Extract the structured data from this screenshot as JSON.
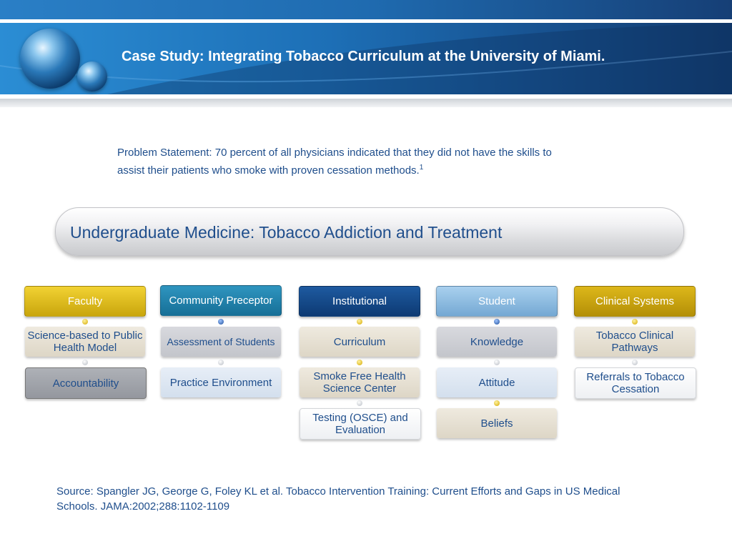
{
  "header": {
    "title": "Case Study: Integrating Tobacco Curriculum at the University of Miami."
  },
  "problem": {
    "text": "Problem Statement: 70 percent of all physicians indicated that they did not have the skills to assist their patients who smoke with proven cessation methods.",
    "footnote": "1"
  },
  "capsule": {
    "title": "Undergraduate Medicine: Tobacco Addiction and Treatment"
  },
  "columns": [
    {
      "header": "Faculty",
      "items": [
        "Science-based to Public Health Model",
        "Accountability"
      ]
    },
    {
      "header": "Community Preceptor",
      "items": [
        "Assessment of Students",
        "Practice Environment"
      ]
    },
    {
      "header": "Institutional",
      "items": [
        "Curriculum",
        "Smoke Free Health Science Center",
        "Testing  (OSCE) and Evaluation"
      ]
    },
    {
      "header": "Student",
      "items": [
        "Knowledge",
        "Attitude",
        "Beliefs"
      ]
    },
    {
      "header": "Clinical Systems",
      "items": [
        "Tobacco Clinical Pathways",
        "Referrals to Tobacco Cessation"
      ]
    }
  ],
  "colors": {
    "text_blue": "#1f4e8c",
    "faculty": "#e0be1c",
    "community_preceptor": "#1d7ea8",
    "institutional": "#124a8a",
    "student": "#8fbde3",
    "clinical_systems": "#c9a210"
  },
  "source": {
    "text": "Source:  Spangler JG, George G, Foley KL et al. Tobacco Intervention Training: Current Efforts and Gaps in US Medical Schools. JAMA:2002;288:1102-1109"
  }
}
